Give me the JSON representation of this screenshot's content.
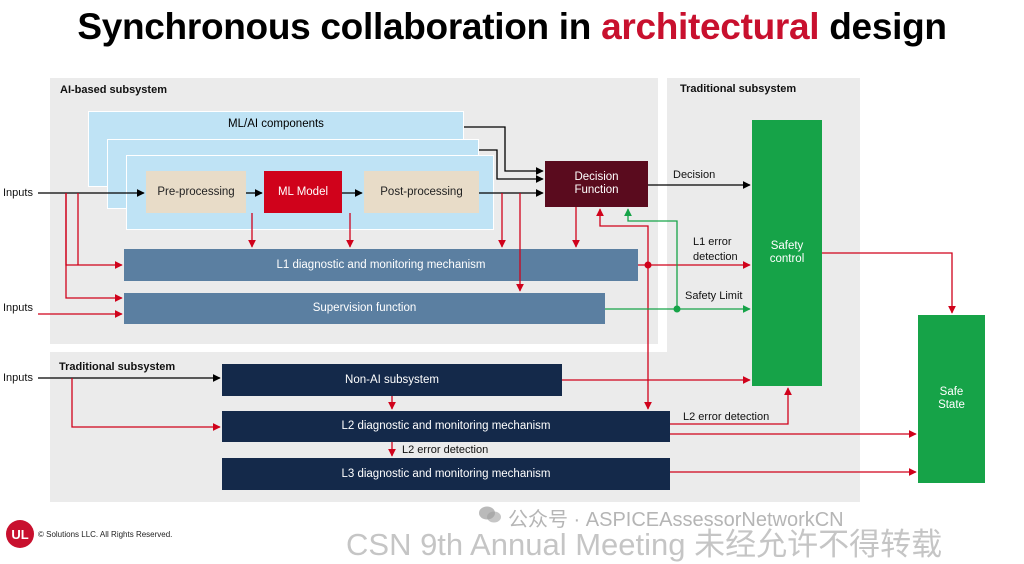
{
  "title": {
    "prefix": "Synchronous collaboration in ",
    "accent": "architectural",
    "suffix": " design"
  },
  "regions": {
    "ai_subsystem": "AI-based subsystem",
    "traditional_right": "Traditional subsystem",
    "traditional_bottom": "Traditional subsystem"
  },
  "blocks": {
    "ml_components": "ML/AI components",
    "pre_processing": "Pre-processing",
    "ml_model": "ML Model",
    "post_processing": "Post-processing",
    "decision_function": "Decision Function",
    "l1_mechanism": "L1 diagnostic and monitoring mechanism",
    "supervision": "Supervision function",
    "safety_control": "Safety control",
    "non_ai": "Non-AI subsystem",
    "l2_mechanism": "L2 diagnostic and monitoring mechanism",
    "l3_mechanism": "L3 diagnostic and monitoring mechanism",
    "safe_state": "Safe State"
  },
  "labels": {
    "inputs": "Inputs",
    "decision": "Decision",
    "l1_error_line1": "L1 error",
    "l1_error_line2": "detection",
    "safety_limit": "Safety Limit",
    "l2_error_detection": "L2 error detection",
    "l2_error_detection_down": "L2 error detection"
  },
  "footer": {
    "logo": "UL",
    "copyright": "© Solutions LLC. All Rights Reserved.",
    "watermark_account": "公众号 · ASPICEAssessorNetworkCN",
    "watermark_event": "CSN 9th Annual Meeting 未经允许不得转载"
  },
  "colors": {
    "accent_red": "#c8102e",
    "wire_red": "#d0021b",
    "wire_green": "#16a348",
    "navy": "#14294a",
    "steel": "#5b7fa1",
    "light_blue": "#bfe3f5"
  }
}
